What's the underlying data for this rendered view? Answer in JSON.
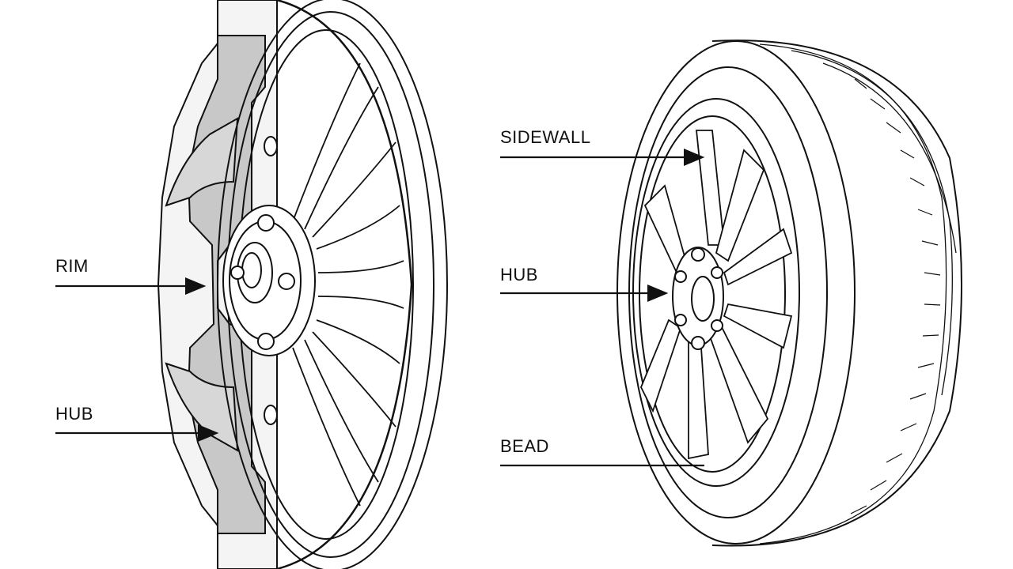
{
  "diagram": {
    "colors": {
      "ink": "#111111",
      "shade": "#c8c8c8",
      "background": "#ffffff"
    },
    "left_wheel": {
      "labels": {
        "rim": "RIM",
        "hub": "HUB"
      }
    },
    "right_wheel": {
      "labels": {
        "sidewall": "SIDEWALL",
        "hub": "HUB",
        "bead": "BEAD"
      }
    }
  }
}
